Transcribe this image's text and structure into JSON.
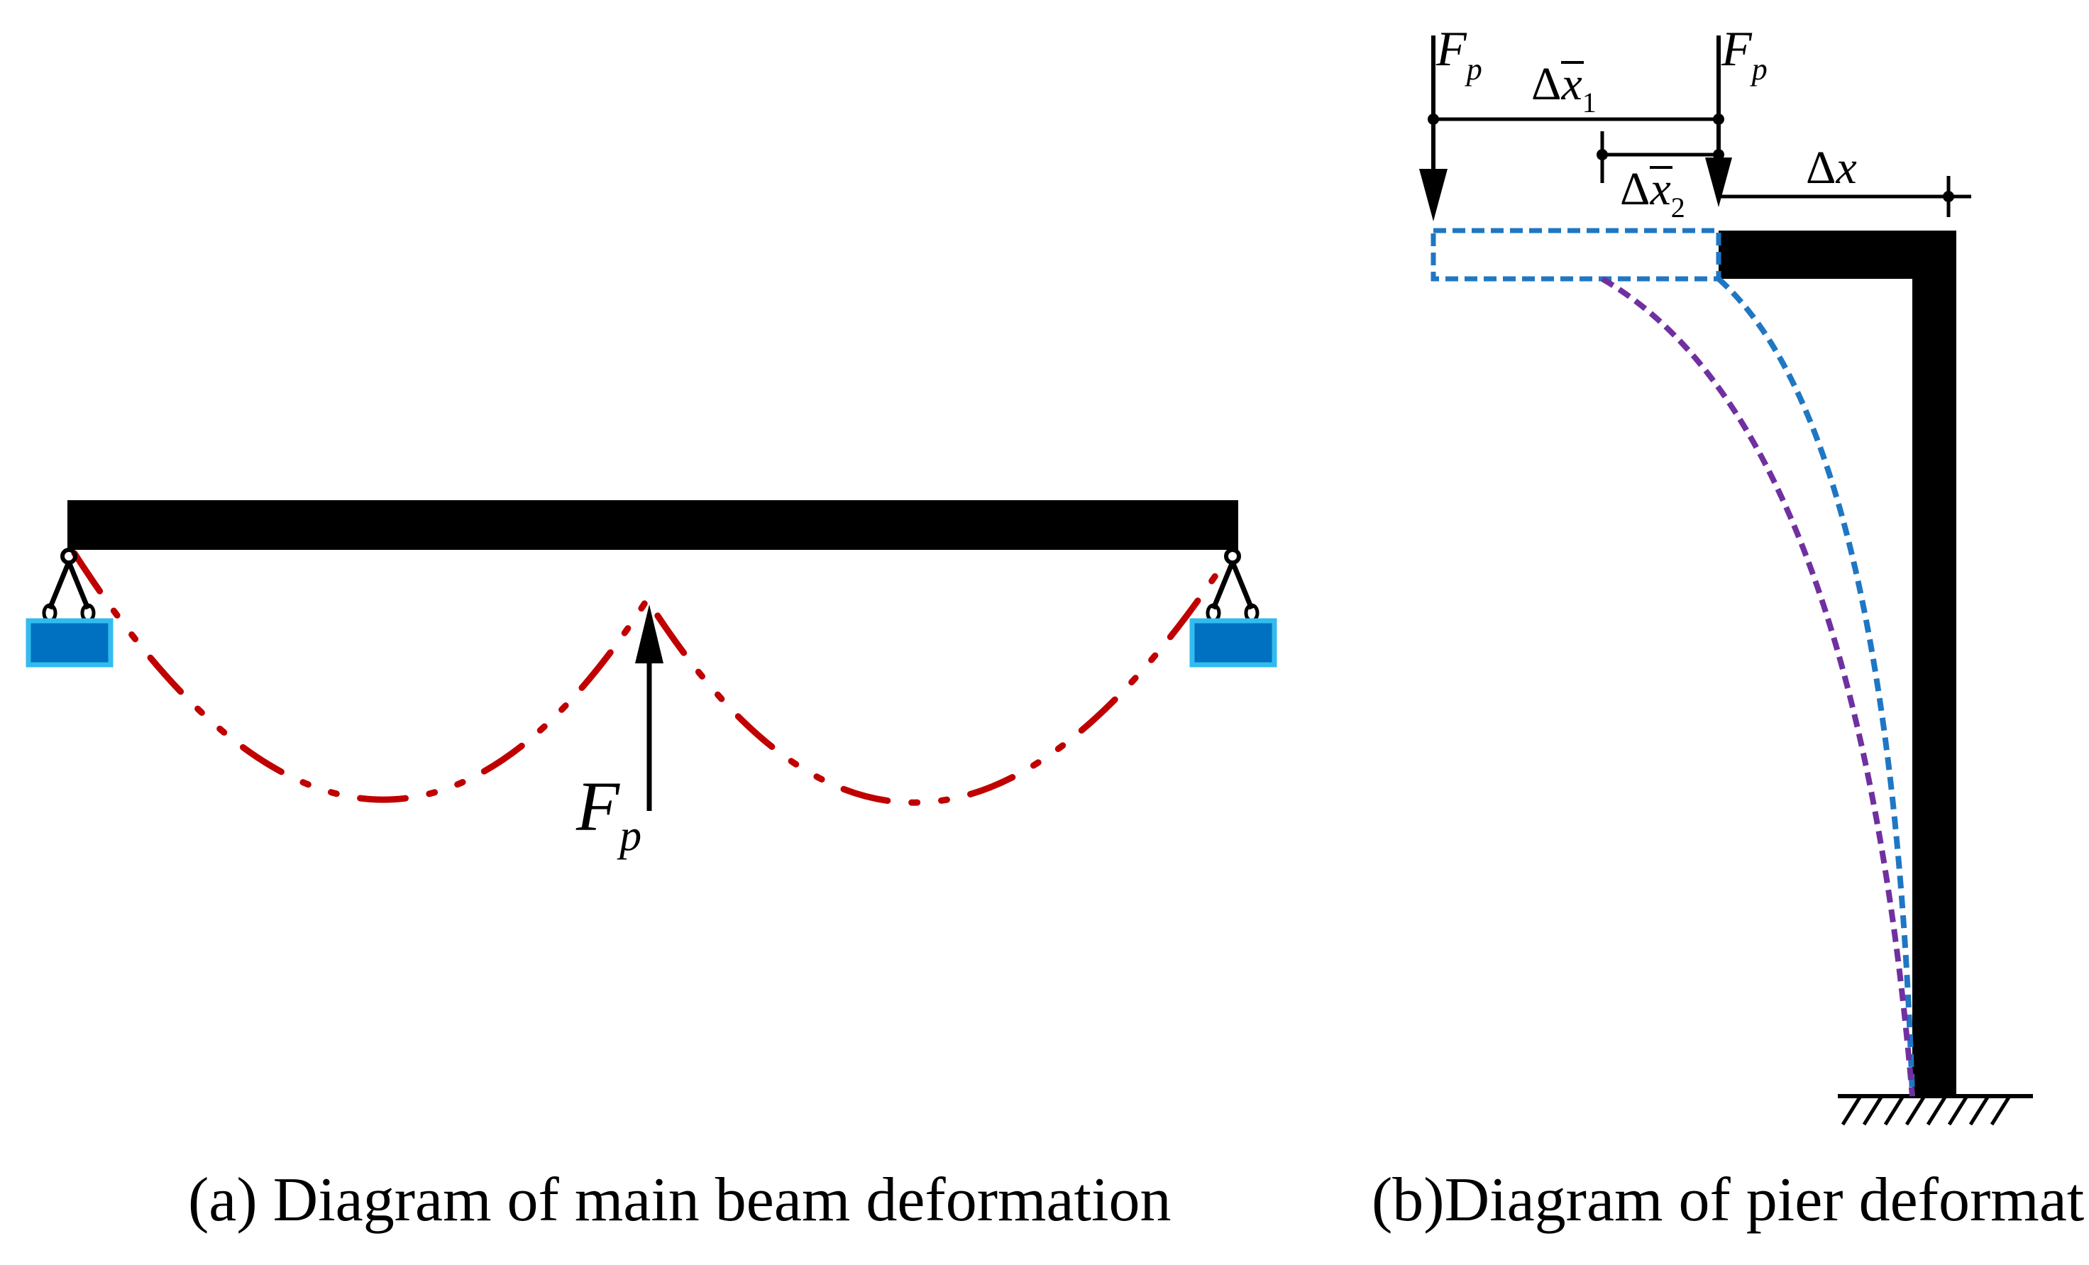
{
  "colors": {
    "structure": "#000000",
    "beam_deflection": "#c00000",
    "bearing_fill": "#0070c0",
    "bearing_border": "#33bbee",
    "pier_outline_dashed": "#1f77c4",
    "pier_deformed_outer": "#1f77c4",
    "pier_deformed_inner": "#7030a0"
  },
  "panel_a": {
    "load_symbol": "F",
    "load_subscript": "p",
    "caption": "(a) Diagram of main beam deformation"
  },
  "panel_b": {
    "load_left_symbol": "F",
    "load_left_subscript": "p",
    "load_right_symbol": "F",
    "load_right_subscript": "p",
    "dim1_delta": "Δ",
    "dim1_var": "x",
    "dim1_sub": "1",
    "dim2_delta": "Δ",
    "dim2_var": "x",
    "dim2_sub": "2",
    "dim3_delta": "Δ",
    "dim3_var": "x",
    "caption": "(b)Diagram of pier deformat"
  }
}
